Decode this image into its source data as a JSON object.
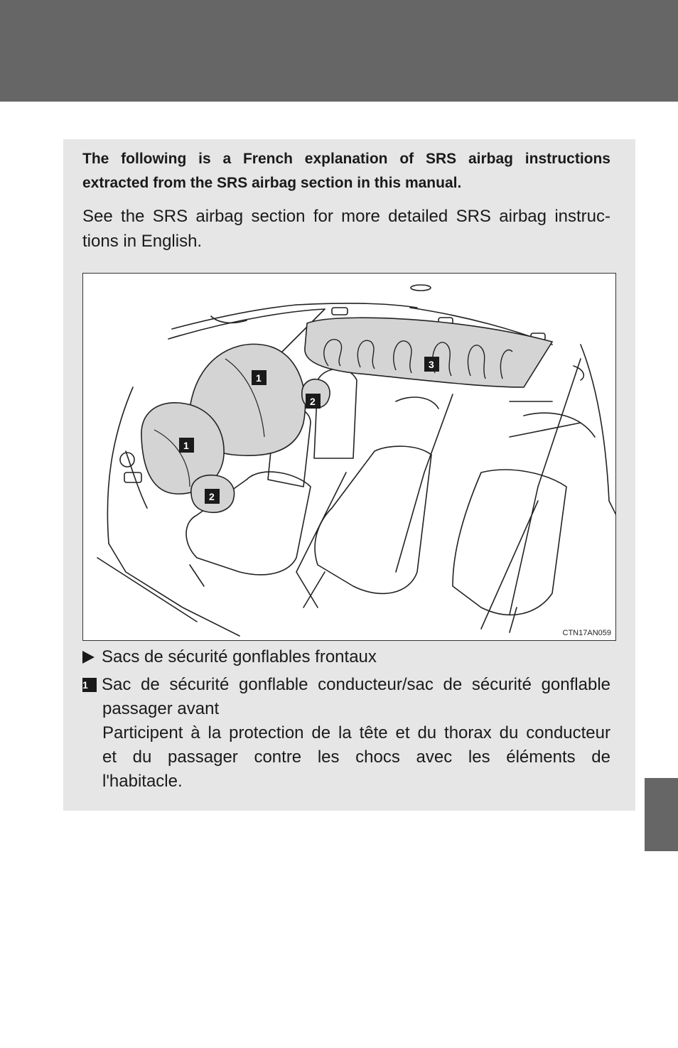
{
  "intro": {
    "bold_line1": "The following is a French explanation of SRS airbag instructions",
    "bold_line2": "extracted from the SRS airbag section in this manual.",
    "plain_line1": "See the SRS airbag section for more detailed SRS airbag instruc-",
    "plain_line2": "tions in English."
  },
  "figure": {
    "code": "CTN17AN059",
    "labels": [
      "1",
      "1",
      "2",
      "2",
      "3"
    ]
  },
  "caption": {
    "title": "Sacs de sécurité gonflables frontaux",
    "item_number": "1",
    "item_line1": "Sac de sécurité gonflable conducteur/sac de sécurité gonflable",
    "item_line2": "passager avant",
    "item_line3": "Participent à la protection de la tête et du thorax du conducteur",
    "item_line4": "et du passager contre les chocs avec les éléments de",
    "item_line5": "l'habitacle."
  },
  "icons": {
    "bullet": "right-triangle-icon"
  },
  "colors": {
    "band": "#666666",
    "panel": "#e6e6e6",
    "airbag": "#d4d4d4"
  }
}
